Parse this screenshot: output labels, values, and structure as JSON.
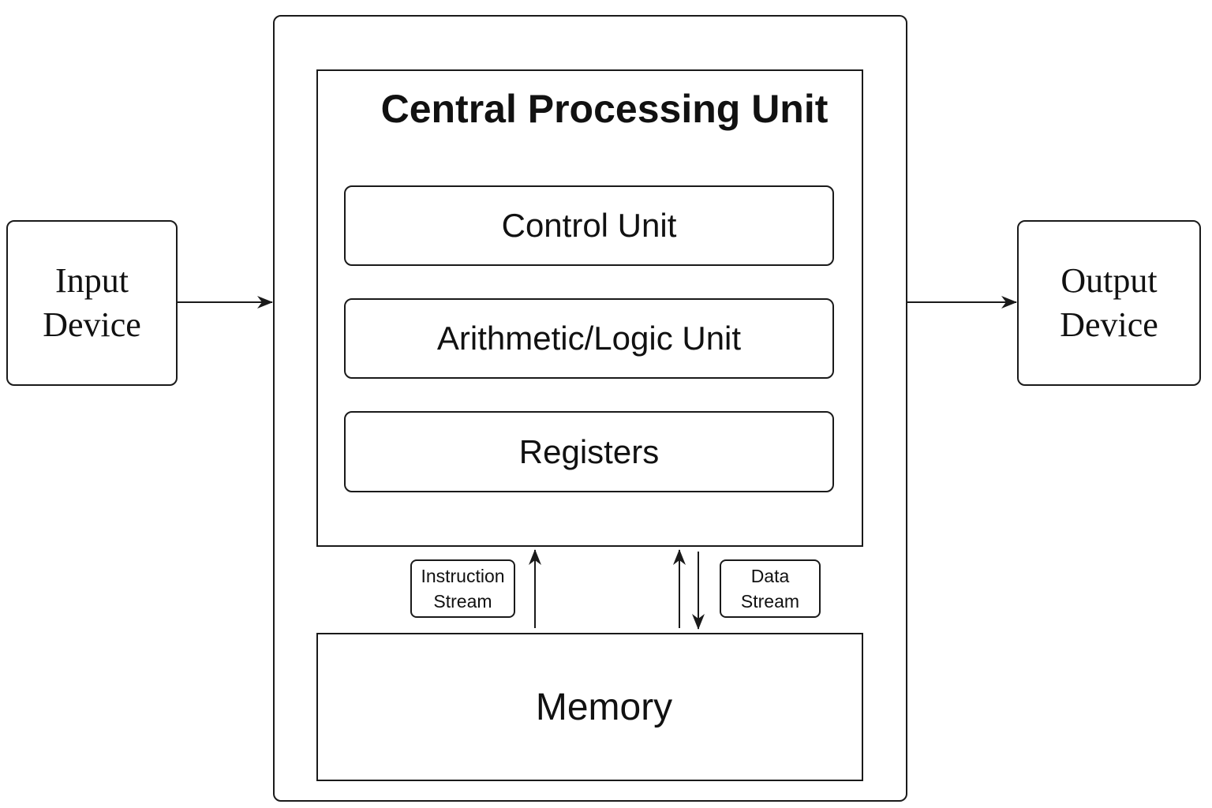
{
  "diagram": {
    "cpu_title": "Central Processing Unit",
    "input_device": "Input\nDevice",
    "output_device": "Output\nDevice",
    "control_unit": "Control Unit",
    "alu": "Arithmetic/Logic Unit",
    "registers": "Registers",
    "memory": "Memory",
    "instruction_stream": "Instruction\nStream",
    "data_stream": "Data\nStream"
  },
  "colors": {
    "stroke": "#1a1a1a",
    "text": "#111111",
    "background": "#ffffff"
  }
}
